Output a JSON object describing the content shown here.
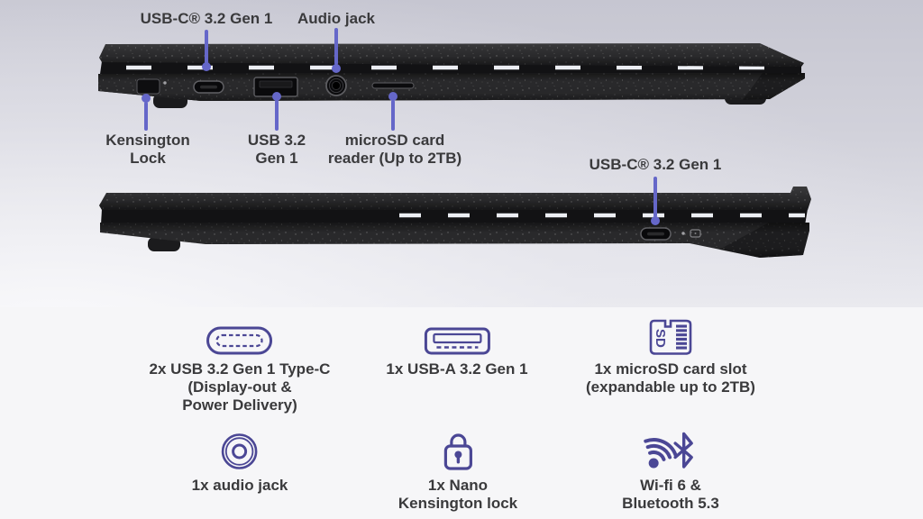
{
  "colors": {
    "accent_line": "#6567c9",
    "icon_purple": "#4b4795",
    "text": "#3a3a3c",
    "features_bg": "#f6f6f8",
    "laptop_body": "#2c2c2e"
  },
  "hero": {
    "top_labels": {
      "usb_c": "USB-C® 3.2 Gen 1",
      "audio_jack": "Audio jack"
    },
    "bottom_labels": {
      "kensington": "Kensington\nLock",
      "usb_a": "USB 3.2\nGen 1",
      "microsd": "microSD card\nreader (Up to 2TB)"
    },
    "right_side_label": "USB-C® 3.2 Gen 1"
  },
  "features": {
    "microsd_icon_text": "SD",
    "items": [
      {
        "icon": "usb-c-port-icon",
        "caption": "2x USB 3.2 Gen 1 Type-C\n(Display-out &\nPower Delivery)"
      },
      {
        "icon": "usb-a-port-icon",
        "caption": "1x USB-A 3.2 Gen 1"
      },
      {
        "icon": "microsd-card-icon",
        "caption": "1x microSD card slot\n(expandable up to 2TB)"
      },
      {
        "icon": "audio-jack-icon",
        "caption": "1x audio jack"
      },
      {
        "icon": "nano-kensington-lock-icon",
        "caption": "1x Nano\nKensington lock"
      },
      {
        "icon": "wifi-bluetooth-icon",
        "caption": "Wi-fi 6 &\nBluetooth 5.3"
      }
    ]
  }
}
